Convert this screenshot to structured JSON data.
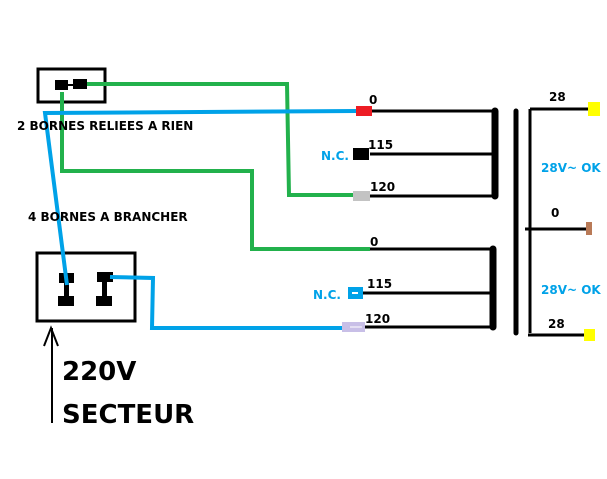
{
  "labels": {
    "bornes_rien": "2 BORNES RELIEES A RIEN",
    "bornes_brancher": "4 BORNES A BRANCHER",
    "voltage": "220V",
    "secteur": "SECTEUR"
  },
  "primary_top": {
    "taps": [
      {
        "label": "0",
        "connector_color": "#ed1c24"
      },
      {
        "label": "115",
        "connector_color": "#000000",
        "note": "N.C."
      },
      {
        "label": "120",
        "connector_color": "#c3c3c3"
      }
    ]
  },
  "primary_bottom": {
    "taps": [
      {
        "label": "0",
        "connector_color": "#22b14c"
      },
      {
        "label": "115",
        "connector_color": "#00a2e8",
        "note": "N.C."
      },
      {
        "label": "120",
        "connector_color": "#c8bfe7"
      }
    ]
  },
  "secondary": {
    "top_label": "28",
    "mid_label": "0",
    "bottom_label": "28",
    "ok_top": "28V~ OK",
    "ok_bottom": "28V~ OK",
    "connector_28_color": "#ffff00",
    "connector_0_color": "#b97a57"
  },
  "colors": {
    "green_wire": "#22b14c",
    "blue_wire": "#00a2e8",
    "black": "#000000",
    "nc_text": "#00a2e8",
    "ok_text": "#00a2e8"
  }
}
